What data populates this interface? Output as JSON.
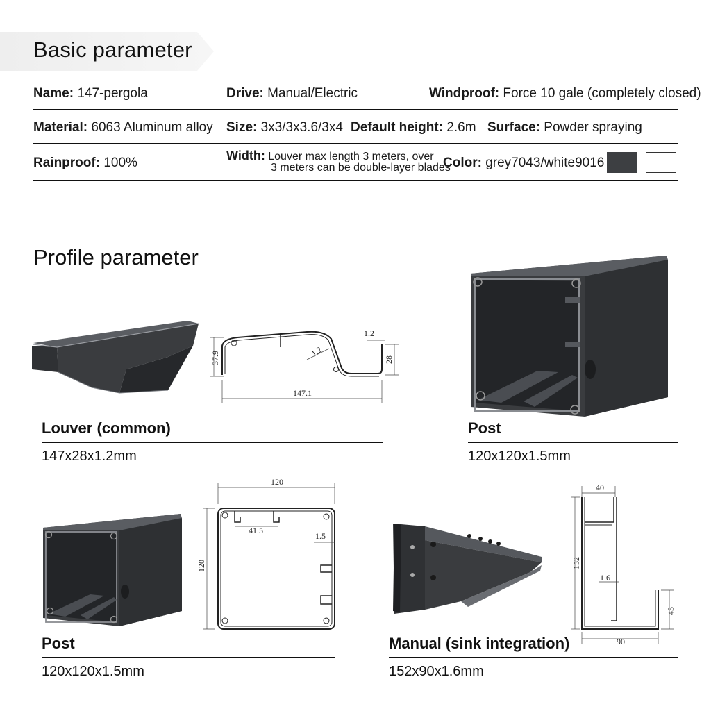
{
  "basic": {
    "title": "Basic parameter",
    "rows": [
      [
        {
          "label": "Name:",
          "value": " 147-pergola"
        },
        {
          "label": "Drive:",
          "value": " Manual/Electric"
        },
        {
          "label": "Windproof:",
          "value": " Force 10 gale (completely closed)"
        }
      ],
      [
        {
          "label": "Material:",
          "value": " 6063 Aluminum alloy"
        },
        {
          "label": "Size:",
          "value": " 3x3/3x3.6/3x4"
        },
        {
          "label": "Default height:",
          "value": " 2.6m"
        },
        {
          "label": "Surface:",
          "value": " Powder spraying"
        }
      ],
      [
        {
          "label": "Rainproof:",
          "value": " 100%"
        },
        {
          "label": "Width:",
          "value": " Louver max length 3 meters, over",
          "value2": "3 meters can be double-layer blades"
        },
        {
          "label": "Color:",
          "value": " grey7043/white9016"
        }
      ]
    ],
    "swatches": [
      "#3d3f42",
      "#ffffff"
    ]
  },
  "profile": {
    "title": "Profile parameter",
    "items": [
      {
        "name": "Louver (common)",
        "dims": "147x28x1.2mm"
      },
      {
        "name": "Post",
        "dims": "120x120x1.5mm"
      },
      {
        "name": "Post",
        "dims": "120x120x1.5mm"
      },
      {
        "name": "Manual (sink integration)",
        "dims": "152x90x1.6mm"
      }
    ],
    "louver_drawing": {
      "thickness": "1.2",
      "height": "37.9",
      "width": "147.1",
      "depth": "28",
      "wall": "1.2"
    },
    "post_drawing": {
      "width": "120",
      "height": "120",
      "slot": "41.5",
      "wall": "1.5"
    },
    "gutter_drawing": {
      "top": "40",
      "height": "152",
      "wall": "1.6",
      "lip": "45",
      "width": "90"
    }
  },
  "colors": {
    "metal": "#3a3c3f",
    "metal_light": "#6a6d72",
    "line": "#111111"
  }
}
